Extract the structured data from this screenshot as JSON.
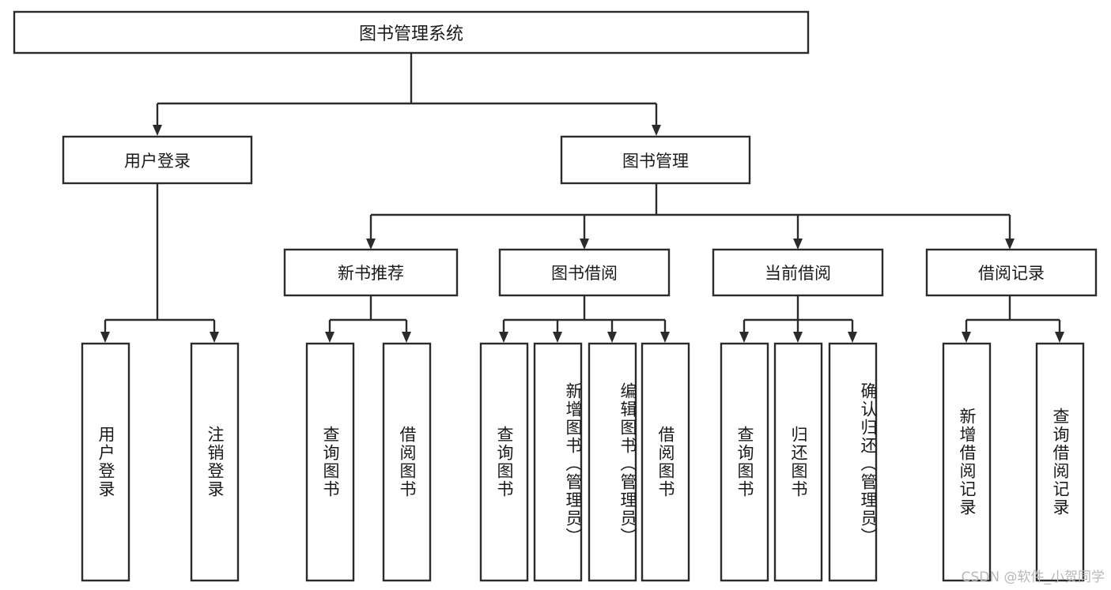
{
  "diagram": {
    "title": "图书管理系统",
    "type": "tree",
    "watermark": "CSDN @软件_小贺同学",
    "colors": {
      "box_stroke": "#2b2b2b",
      "box_fill": "#ffffff",
      "text": "#1a1a1a",
      "background": "#ffffff",
      "watermark": "#b8b8b8"
    },
    "root": {
      "label": "图书管理系统",
      "orientation": "horizontal"
    },
    "level2": [
      {
        "label": "用户登录",
        "orientation": "horizontal"
      },
      {
        "label": "图书管理",
        "orientation": "horizontal"
      }
    ],
    "level3": [
      {
        "label": "新书推荐",
        "orientation": "horizontal",
        "parent": "图书管理"
      },
      {
        "label": "图书借阅",
        "orientation": "horizontal",
        "parent": "图书管理"
      },
      {
        "label": "当前借阅",
        "orientation": "horizontal",
        "parent": "图书管理"
      },
      {
        "label": "借阅记录",
        "orientation": "horizontal",
        "parent": "图书管理"
      }
    ],
    "leaves": [
      {
        "label": "用户登录",
        "orientation": "vertical",
        "parent": "用户登录"
      },
      {
        "label": "注销登录",
        "orientation": "vertical",
        "parent": "用户登录"
      },
      {
        "label": "查询图书",
        "orientation": "vertical",
        "parent": "新书推荐"
      },
      {
        "label": "借阅图书",
        "orientation": "vertical",
        "parent": "新书推荐"
      },
      {
        "label": "查询图书",
        "orientation": "vertical",
        "parent": "图书借阅"
      },
      {
        "label": "新增图书（管理员）",
        "orientation": "vertical",
        "parent": "图书借阅"
      },
      {
        "label": "编辑图书（管理员）",
        "orientation": "vertical",
        "parent": "图书借阅"
      },
      {
        "label": "借阅图书",
        "orientation": "vertical",
        "parent": "图书借阅"
      },
      {
        "label": "查询图书",
        "orientation": "vertical",
        "parent": "当前借阅"
      },
      {
        "label": "归还图书",
        "orientation": "vertical",
        "parent": "当前借阅"
      },
      {
        "label": "确认归还（管理员）",
        "orientation": "vertical",
        "parent": "当前借阅"
      },
      {
        "label": "新增借阅记录",
        "orientation": "vertical",
        "parent": "借阅记录"
      },
      {
        "label": "查询借阅记录",
        "orientation": "vertical",
        "parent": "借阅记录"
      }
    ]
  }
}
